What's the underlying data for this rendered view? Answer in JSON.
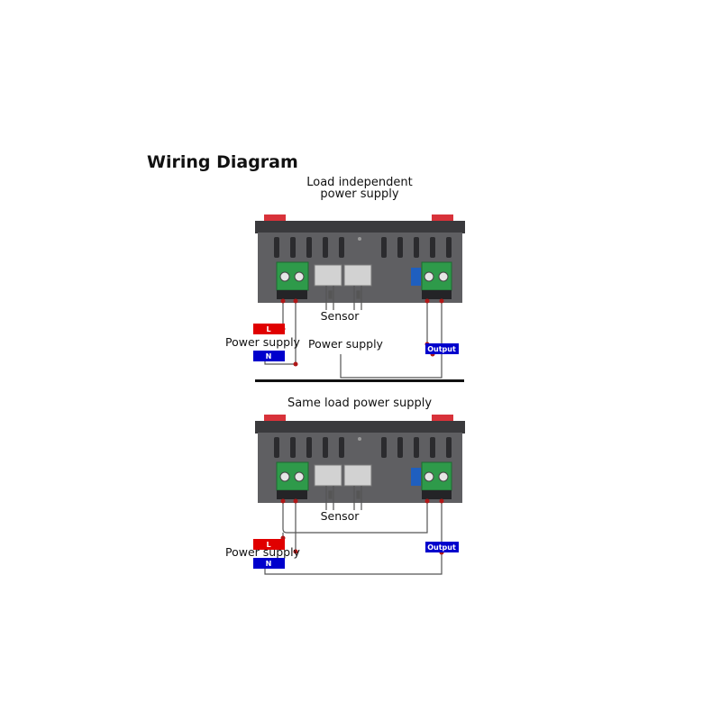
{
  "title": "Wiring Diagram",
  "diagrams": [
    {
      "caption_line1": "Load independent",
      "caption_line2": "power supply",
      "sensor_label": "Sensor",
      "supply_label": "Power supply",
      "middle_supply_label": "Power supply",
      "live_tag": "L",
      "neutral_tag": "N",
      "output_tag": "Output"
    },
    {
      "caption_line1": "Same load power supply",
      "sensor_label": "Sensor",
      "supply_label": "Power supply",
      "live_tag": "L",
      "neutral_tag": "N",
      "output_tag": "Output"
    }
  ],
  "colors": {
    "housing": "#5f5f62",
    "housing_dark": "#3a3a3d",
    "flange": "#d8323a",
    "terminal_green": "#2e9a4a",
    "relay_blue": "#1f5fbf",
    "sensor_plug": "#d2d2d2",
    "live": "#e00000",
    "neutral": "#0000cc",
    "output": "#0000cc",
    "node": "#b01717"
  }
}
